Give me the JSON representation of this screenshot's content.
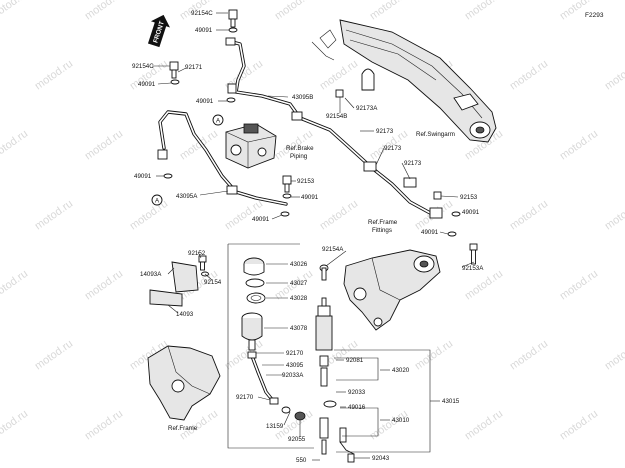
{
  "figure_id": "F2293",
  "front_label": "FRONT",
  "watermark": "motod.ru",
  "callouts": {
    "c92154C_top": "92154C",
    "c49091_top": "49091",
    "c92154C_left": "92154C",
    "c92171": "92171",
    "c49091_left1": "49091",
    "c49091_mid": "49091",
    "c43095B": "43095B",
    "c92173A": "92173A",
    "c92154B": "92154B",
    "c92173_a": "92173",
    "c92173_b": "92173",
    "c92173_c": "92173",
    "c49091_left2": "49091",
    "c92153_mid": "92153",
    "c49091_mid2": "49091",
    "c43095A": "43095A",
    "c49091_mid3": "49091",
    "c92153_right": "92153",
    "c49091_right1": "49091",
    "c49091_right2": "49091",
    "c92154A": "92154A",
    "c92153A": "92153A",
    "c92152": "92152",
    "c14093A": "14093A",
    "c92154": "92154",
    "c14093": "14093",
    "c43026": "43026",
    "c43027": "43027",
    "c43028": "43028",
    "c43078": "43078",
    "c92170_a": "92170",
    "c43095": "43095",
    "c92033A": "92033A",
    "c92170_b": "92170",
    "c13159": "13159",
    "c92055": "92055",
    "c92081": "92081",
    "c43020": "43020",
    "c92033": "92033",
    "c49016": "49016",
    "c43010": "43010",
    "c43015": "43015",
    "c550": "550",
    "c92043": "92043",
    "marker_a1": "A",
    "marker_a2": "A"
  },
  "refs": {
    "brake_piping": [
      "Ref.Brake",
      "Piping"
    ],
    "swingarm": "Ref.Swingarm",
    "frame_fittings": [
      "Ref.Frame",
      "Fittings"
    ],
    "frame": "Ref.Frame"
  }
}
